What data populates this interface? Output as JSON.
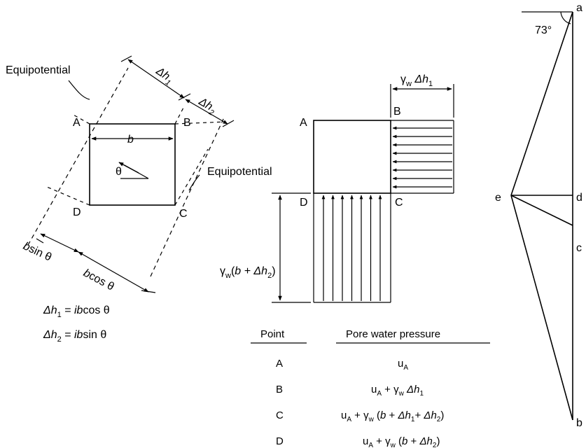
{
  "figure": {
    "square_diagram": {
      "equipotential_top": "Equipotential",
      "equipotential_right": "Equipotential",
      "corner_A": "A",
      "corner_B": "B",
      "corner_C": "C",
      "corner_D": "D",
      "side_b": "b",
      "dh1_label": "Δh",
      "dh1_sub": "1",
      "dh2_label": "Δh",
      "dh2_sub": "2",
      "bsin_b": "b",
      "bsin_rest": "sin θ",
      "bcos_b": "b",
      "bcos_rest": "cos θ",
      "theta": "θ",
      "eq1_lhs": "Δh",
      "eq1_sub": "1",
      "eq1_eq": " = ",
      "eq1_i": "ib",
      "eq1_rest": "cos θ",
      "eq2_lhs": "Δh",
      "eq2_sub": "2",
      "eq2_eq": " = ",
      "eq2_i": "ib",
      "eq2_rest": "sin θ"
    },
    "pressure_diagram": {
      "corner_A": "A",
      "corner_B": "B",
      "corner_C": "C",
      "corner_D": "D",
      "top_gamma": "γ",
      "top_w": "w",
      "top_dh": " Δh",
      "top_sub": "1",
      "left_gamma": "γ",
      "left_w": "w",
      "left_paren": "(",
      "left_b": "b",
      "left_plus": " + Δh",
      "left_sub": "2",
      "left_close": ")"
    },
    "table": {
      "header_point": "Point",
      "header_pressure": "Pore  water pressure",
      "rows": [
        {
          "point": "A",
          "pressure": "uA"
        },
        {
          "point": "B",
          "pressure": "uA + γw Δh1"
        },
        {
          "point": "C",
          "pressure": "uA + γw (b + Δh1 + Δh2)"
        },
        {
          "point": "D",
          "pressure": "uA + γw (b + Δh2)"
        }
      ]
    },
    "force_polygon": {
      "angle": "73°",
      "point_a": "a",
      "point_b": "b",
      "point_c": "c",
      "point_d": "d",
      "point_e": "e"
    }
  }
}
